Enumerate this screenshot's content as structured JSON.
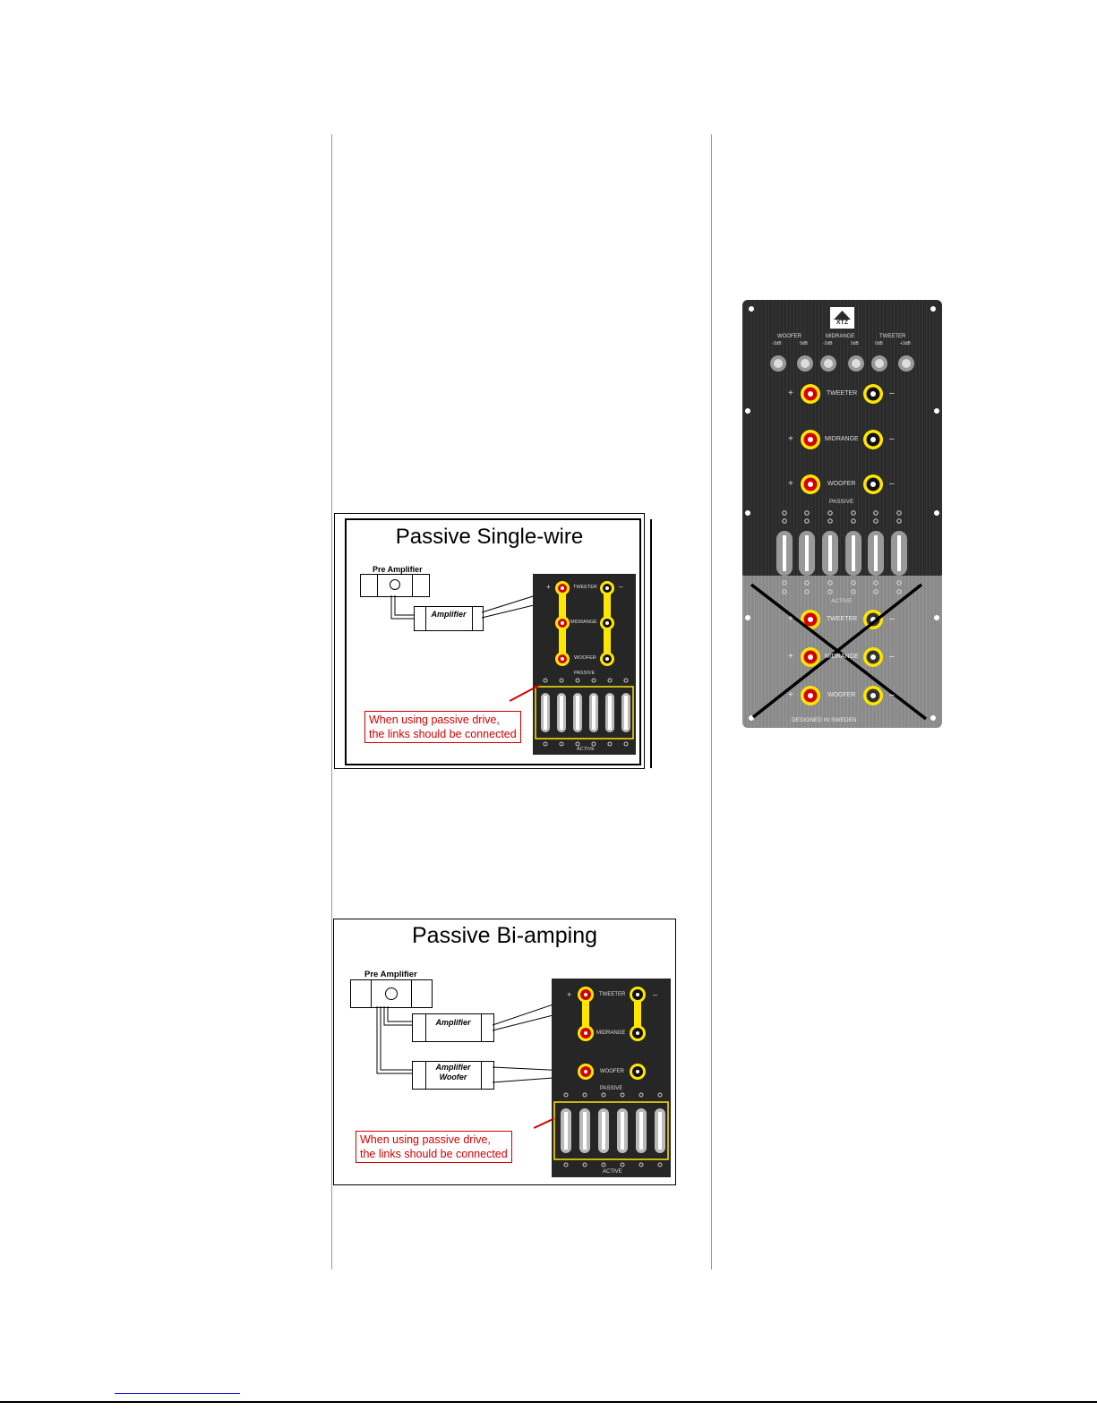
{
  "diagram1": {
    "title": "Passive Single-wire",
    "pre_amp_label": "Pre Amplifier",
    "amp_label": "Amplifier",
    "note_line1": "When using passive drive,",
    "note_line2": "the links should be connected",
    "panel": {
      "tweeter": "TWEETER",
      "midrange": "MIDRANGE",
      "woofer": "WOOFER",
      "passive": "PASSIVE",
      "active": "ACTIVE",
      "plus": "+",
      "minus": "–"
    }
  },
  "diagram2": {
    "title": "Passive Bi-amping",
    "pre_amp_label": "Pre Amplifier",
    "amp_label": "Amplifier",
    "amp_woofer_line1": "Amplifier",
    "amp_woofer_line2": "Woofer",
    "note_line1": "When using passive drive,",
    "note_line2": "the links should be connected",
    "panel": {
      "tweeter": "TWEETER",
      "midrange": "MIDRANGE",
      "woofer": "WOOFER",
      "passive": "PASSIVE",
      "active": "ACTIVE",
      "plus": "+",
      "minus": "–"
    }
  },
  "rear_panel": {
    "logo": "XTZ",
    "woofer": "WOOFER",
    "midrange": "MIDRANGE",
    "tweeter": "TWEETER",
    "level_minus3": "-3dB",
    "level_0a": "0dB",
    "level_minus2": "-2dB",
    "level_0b": "0dB",
    "level_0c": "0dB",
    "level_plus3": "+3dB",
    "passive": "PASSIVE",
    "active": "ACTIVE",
    "designed": "DESIGNED IN SWEDEN",
    "plus": "+",
    "minus": "–",
    "colors": {
      "plate_dark": "#2b2b2b",
      "plate_light": "#8a8a8a",
      "binding_ring": "#ffe600",
      "binding_red": "#d40000"
    }
  }
}
